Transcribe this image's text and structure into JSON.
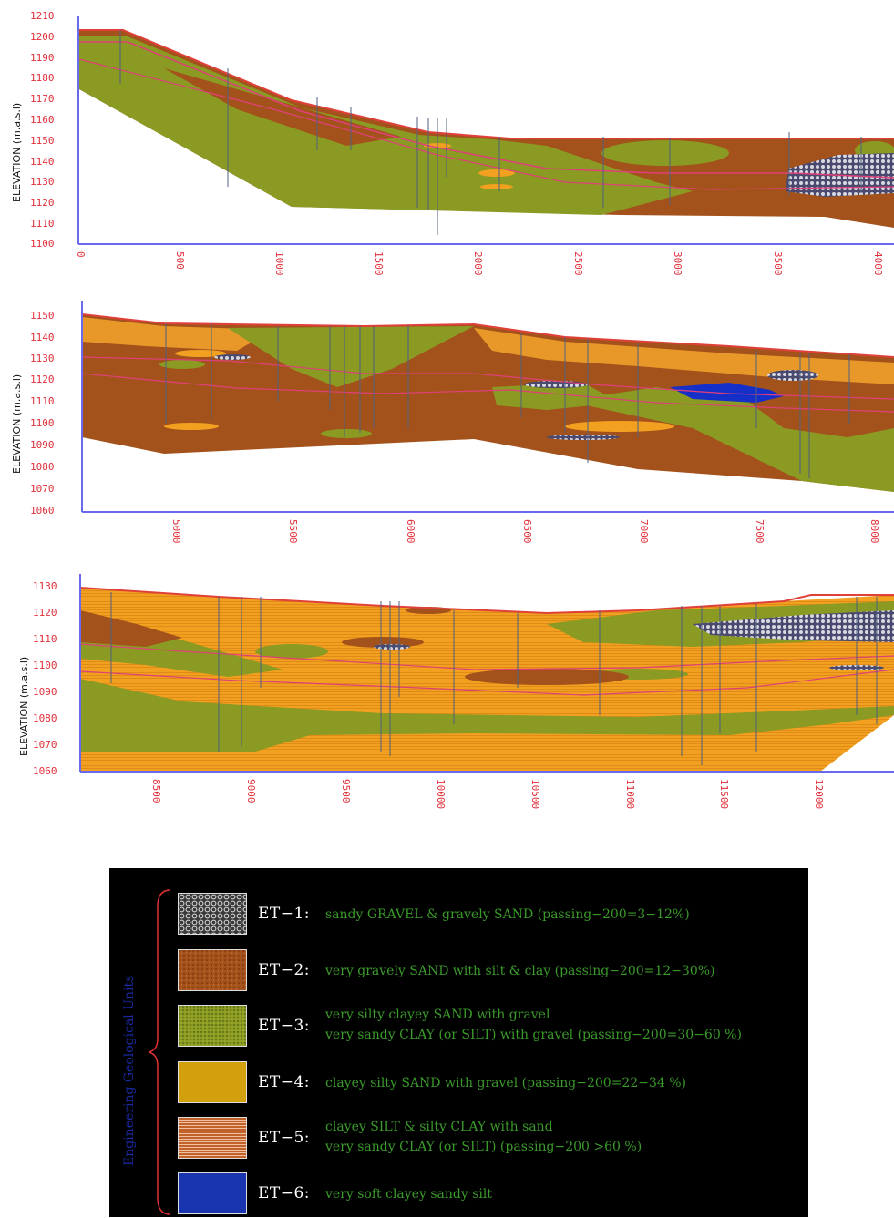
{
  "panels": [
    {
      "ylabel": "ELEVATION (m.a.s.l)",
      "yticks": [
        "1210",
        "1200",
        "1190",
        "1180",
        "1170",
        "1160",
        "1150",
        "1140",
        "1130",
        "1120",
        "1110",
        "1100"
      ],
      "xticks": [
        "0",
        "500",
        "1000",
        "1500",
        "2000",
        "2500",
        "3000",
        "3500",
        "4000"
      ]
    },
    {
      "ylabel": "ELEVATION (m.a.s.l)",
      "yticks": [
        "1150",
        "1140",
        "1130",
        "1120",
        "1110",
        "1100",
        "1090",
        "1080",
        "1070",
        "1060"
      ],
      "xticks": [
        "5000",
        "5500",
        "6000",
        "6500",
        "7000",
        "7500",
        "8000"
      ]
    },
    {
      "ylabel": "ELEVATION (m.a.s.l)",
      "yticks": [
        "1130",
        "1120",
        "1110",
        "1100",
        "1090",
        "1080",
        "1070",
        "1060"
      ],
      "xticks": [
        "8500",
        "9000",
        "9500",
        "10000",
        "10500",
        "11000",
        "11500",
        "12000"
      ]
    }
  ],
  "legend": {
    "title": "Engineering Geological Units",
    "items": [
      {
        "code": "ET−1:",
        "lines": [
          "sandy GRAVEL & gravely SAND (passing−200=3−12%)"
        ],
        "color": "#9a9a9a",
        "pattern": "gravel-icon"
      },
      {
        "code": "ET−2:",
        "lines": [
          "very gravely SAND with silt & clay (passing−200=12−30%)"
        ],
        "color": "#a4521c",
        "pattern": "brown-speckle"
      },
      {
        "code": "ET−3:",
        "lines": [
          "very silty clayey SAND with gravel",
          "very sandy CLAY (or SILT) with gravel (passing−200=30−60 %)"
        ],
        "color": "#8a9a22",
        "pattern": "olive-speckle"
      },
      {
        "code": "ET−4:",
        "lines": [
          "clayey silty SAND with gravel (passing−200=22−34 %)"
        ],
        "color": "#d2a00c",
        "pattern": "solid"
      },
      {
        "code": "ET−5:",
        "lines": [
          "clayey SILT & silty CLAY with sand",
          "very sandy CLAY (or SILT) (passing−200 >60 %)"
        ],
        "color": "#c0622a",
        "pattern": "stripes"
      },
      {
        "code": "ET−6:",
        "lines": [
          "very soft clayey sandy silt"
        ],
        "color": "#1a35b0",
        "pattern": "solid"
      }
    ]
  },
  "colors": {
    "et1": "#b8b8c0",
    "et2": "#a4521c",
    "et3": "#8a9a22",
    "et4": "#f2a020",
    "et5": "#c0622a",
    "et6": "#1530c8",
    "axis": "#6a6af0",
    "tick": "#e0303a",
    "boundary": "#e0407a"
  }
}
